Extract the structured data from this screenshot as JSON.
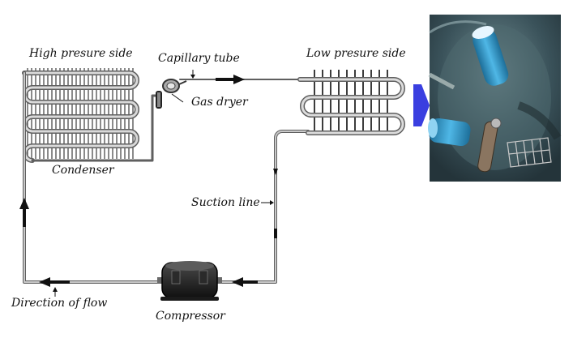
{
  "labels": {
    "high_pressure": "High presure side",
    "capillary": "Capillary tube",
    "gas_dryer": "Gas dryer",
    "low_pressure": "Low presure side",
    "condenser": "Condenser",
    "suction": "Suction line",
    "direction": "Direction of flow",
    "compressor": "Compressor"
  },
  "colors": {
    "pipe": "#9a9a9a",
    "pipe_edge": "#5f5f5f",
    "arrow": "#111111",
    "flow_arrow": "#3a3fe0",
    "photo_bg": "#3f5a62"
  }
}
